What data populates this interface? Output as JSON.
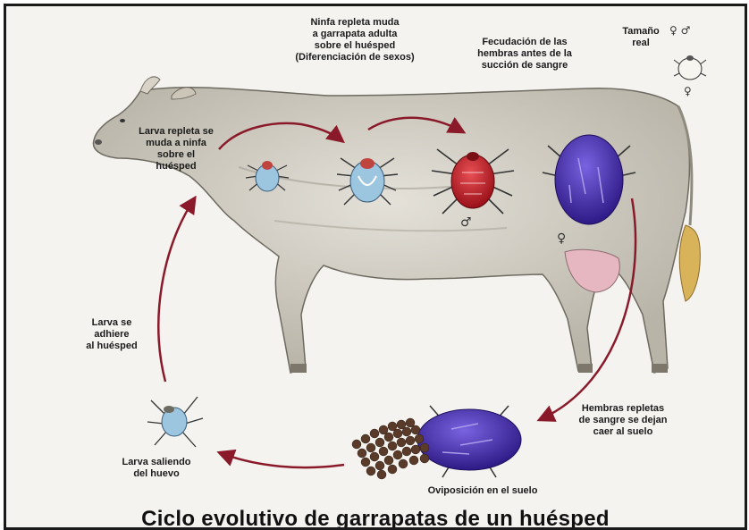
{
  "labels": {
    "ninfa": "Ninfa repleta  muda\na garrapata adulta\nsobre el huésped\n(Diferenciación de sexos)",
    "fecundacion": "Fecudación de las\nhembras antes de la\nsucción de sangre",
    "tamano": "Tamaño\nreal",
    "larva_repleta": "Larva repleta se\nmuda a ninfa\nsobre el\nhuésped",
    "larva_adhiere": "Larva se\nadhiere\nal huésped",
    "hembras": "Hembras repletas\nde sangre se dejan\ncaer al suelo",
    "larva_saliendo": "Larva saliendo\ndel huevo",
    "oviposicion": "Oviposición en el suelo"
  },
  "symbols": {
    "male": "♂",
    "female": "♀",
    "female_male": "♀ ♂"
  },
  "title": "Ciclo evolutivo de garrapatas de un huésped",
  "colors": {
    "arrow": "#8a1a2a",
    "cow": "#cfcbc0",
    "nymph_blue": "#9cc6df",
    "male_red": "#c4202a",
    "female_purple": "#4b2fb0",
    "eggs": "#5a3b2a"
  }
}
